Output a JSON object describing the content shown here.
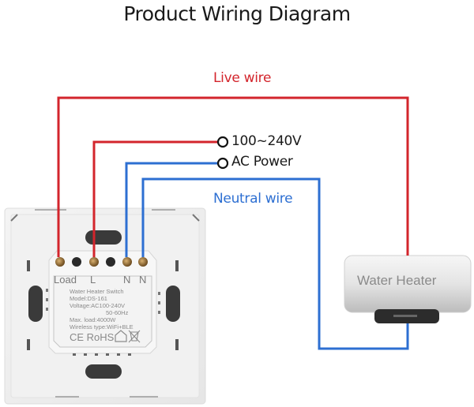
{
  "title": "Product Wiring Diagram",
  "labels": {
    "live_wire": "Live wire",
    "neutral_wire": "Neutral wire",
    "supply_voltage": "100~240V",
    "supply_type": "AC Power"
  },
  "switch": {
    "terminals": [
      "Load",
      "L",
      "N",
      "N"
    ],
    "spec_lines": [
      "Water Heater Switch",
      "Model:DS-161",
      "Voltage:AC100-240V",
      "50-60Hz",
      "Max. load:4000W",
      "Wireless type:WiFi+BLE"
    ],
    "certifications": "CE RoHS"
  },
  "appliance": {
    "label": "Water Heater"
  },
  "colors": {
    "live": "#d3252c",
    "neutral": "#2d6fd2",
    "text": "#1a1a1a"
  }
}
